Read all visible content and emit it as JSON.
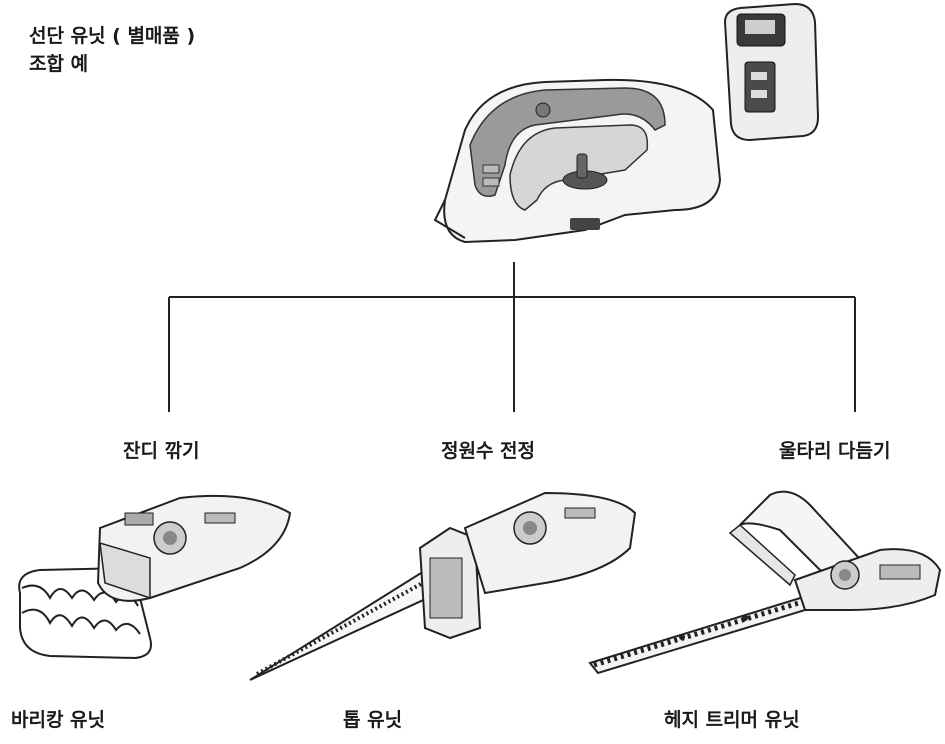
{
  "heading": {
    "line1": "선단 유닛 ( 별매품 )",
    "line2": "조합 예"
  },
  "uses": {
    "left": "잔디 깎기",
    "center": "정원수 전정",
    "right": "울타리 다듬기"
  },
  "units": {
    "left": "바리캉 유닛",
    "center": "톱 유닛",
    "right": "헤지 트리머 유닛"
  },
  "icons": {
    "body": "cordless-tool-body-icon",
    "battery": "battery-pack-icon",
    "shear": "grass-shear-unit-icon",
    "saw": "saw-unit-icon",
    "hedge": "hedge-trimmer-unit-icon"
  }
}
